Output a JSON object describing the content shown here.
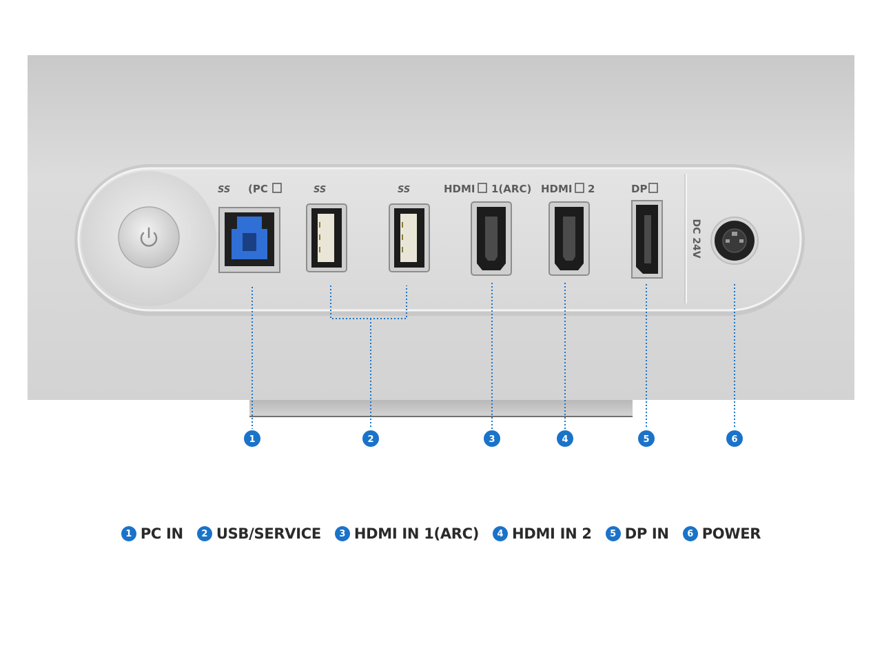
{
  "port_labels": {
    "usb_b": "(PC",
    "hdmi1": "HDMI",
    "hdmi1_suffix": "1(ARC)",
    "hdmi2": "HDMI",
    "hdmi2_suffix": "2",
    "dp": "DP",
    "dc": "DC 24V",
    "ss_logo": "SS"
  },
  "callouts": [
    "1",
    "2",
    "3",
    "4",
    "5",
    "6"
  ],
  "legend": [
    {
      "num": "1",
      "label": "PC IN"
    },
    {
      "num": "2",
      "label": "USB/SERVICE"
    },
    {
      "num": "3",
      "label": "HDMI IN 1(ARC)"
    },
    {
      "num": "4",
      "label": "HDMI IN 2"
    },
    {
      "num": "5",
      "label": "DP IN"
    },
    {
      "num": "6",
      "label": "POWER"
    }
  ],
  "colors": {
    "accent_blue": "#1a73c9",
    "usb3_blue": "#2f6fd6",
    "panel_grey": "#d6d6d6",
    "label_grey": "#5c5c5c"
  },
  "icons": [
    "power-icon",
    "usb-b-port",
    "usb-a-port",
    "hdmi-port",
    "displayport-port",
    "dc-jack"
  ]
}
